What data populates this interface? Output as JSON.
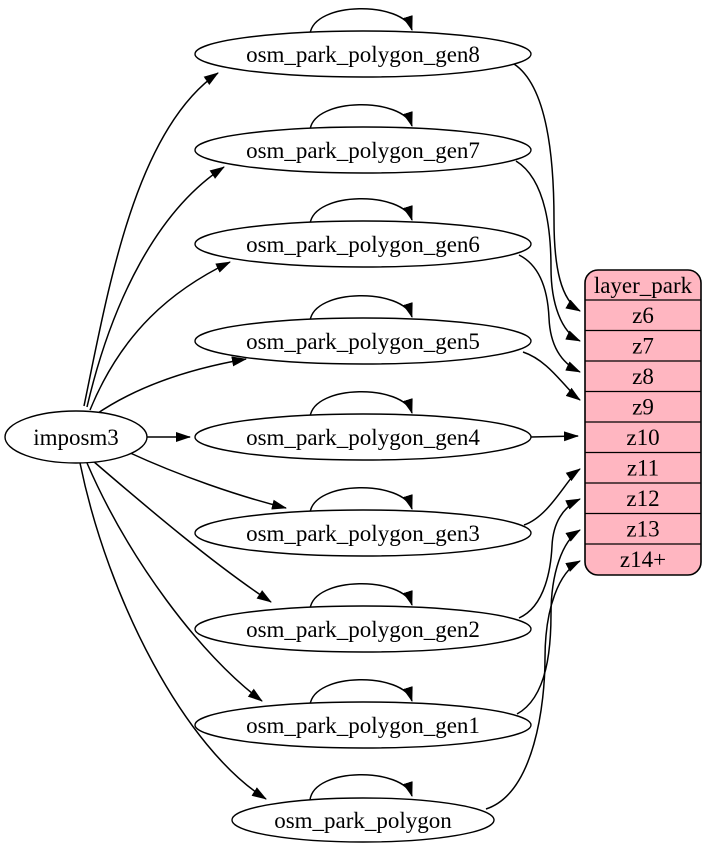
{
  "diagram_type": "graphviz-digraph",
  "colors": {
    "table_fill": "#ffb6c1",
    "node_fill": "#ffffff",
    "edge_stroke": "#000000"
  },
  "source": {
    "label": "imposm3"
  },
  "tables": [
    {
      "label": "osm_park_polygon_gen8",
      "from": "imposm3",
      "target_row": "z6",
      "self_loop": true
    },
    {
      "label": "osm_park_polygon_gen7",
      "from": "imposm3",
      "target_row": "z7",
      "self_loop": true
    },
    {
      "label": "osm_park_polygon_gen6",
      "from": "imposm3",
      "target_row": "z8",
      "self_loop": true
    },
    {
      "label": "osm_park_polygon_gen5",
      "from": "imposm3",
      "target_row": "z9",
      "self_loop": true
    },
    {
      "label": "osm_park_polygon_gen4",
      "from": "imposm3",
      "target_row": "z10",
      "self_loop": true
    },
    {
      "label": "osm_park_polygon_gen3",
      "from": "imposm3",
      "target_row": "z11",
      "self_loop": true
    },
    {
      "label": "osm_park_polygon_gen2",
      "from": "imposm3",
      "target_row": "z12",
      "self_loop": true
    },
    {
      "label": "osm_park_polygon_gen1",
      "from": "imposm3",
      "target_row": "z13",
      "self_loop": true
    },
    {
      "label": "osm_park_polygon",
      "from": "imposm3",
      "target_row": "z14+",
      "self_loop": true
    }
  ],
  "layer": {
    "title": "layer_park",
    "rows": [
      "z6",
      "z7",
      "z8",
      "z9",
      "z10",
      "z11",
      "z12",
      "z13",
      "z14+"
    ]
  }
}
